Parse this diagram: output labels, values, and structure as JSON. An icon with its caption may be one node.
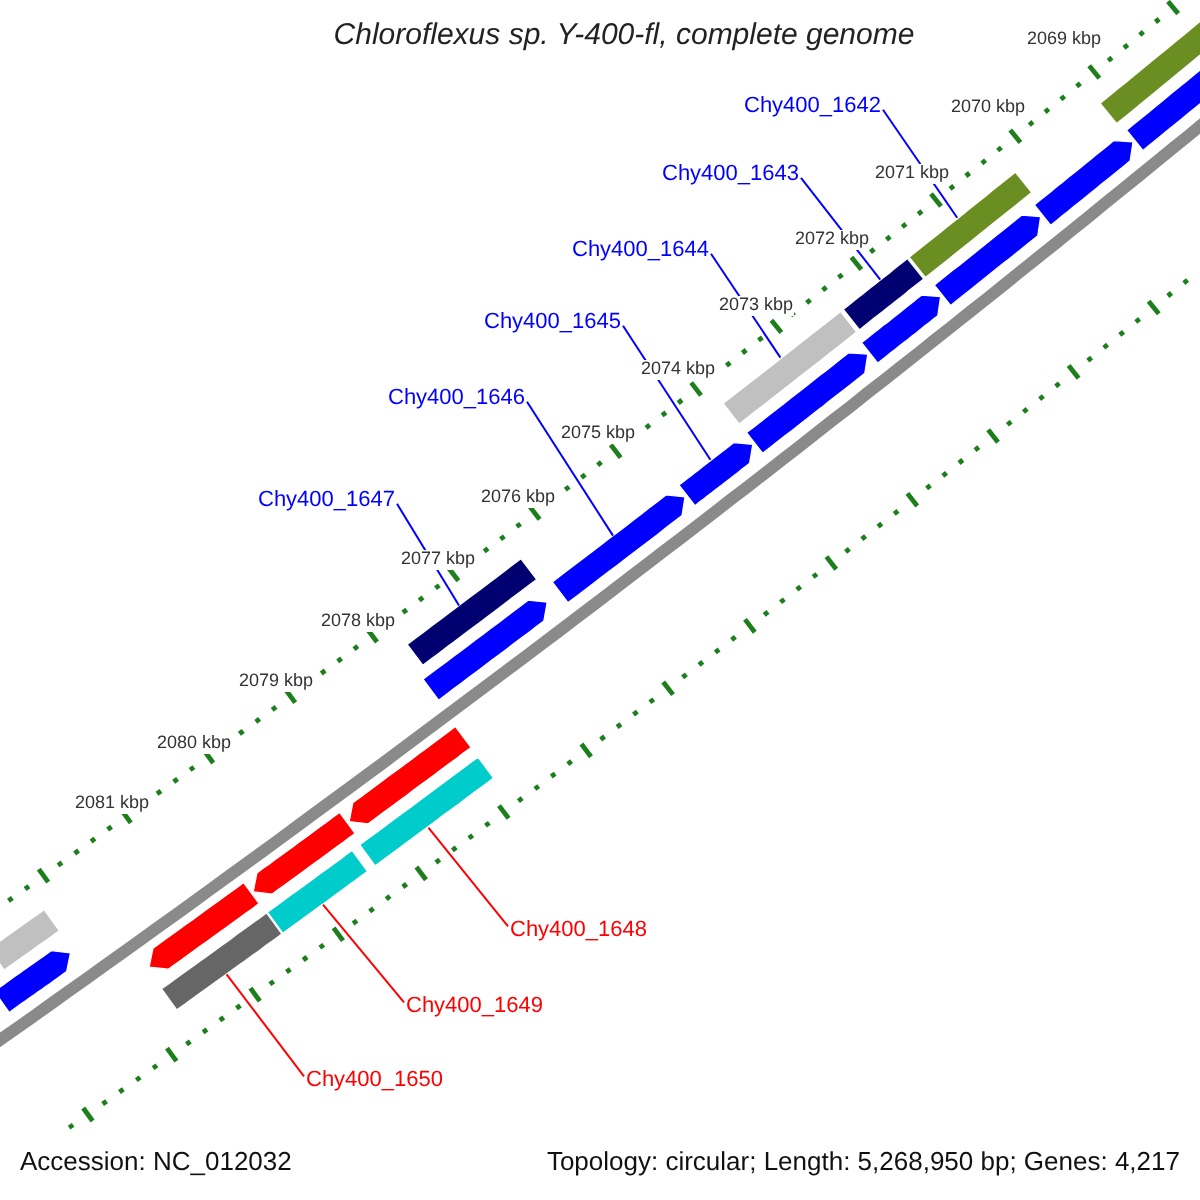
{
  "diagram": {
    "title": "Chloroflexus sp. Y-400-fl, complete genome",
    "nodes": [
      {
        "text": [
          "Chy400_1642"
        ]
      },
      {
        "text": [
          "Chy400_1643"
        ]
      },
      {
        "text": [
          "Chy400_1644"
        ]
      },
      {
        "text": [
          "Chy400_1645"
        ]
      },
      {
        "text": [
          "Chy400_1646"
        ]
      },
      {
        "text": [
          "Chy400_1647"
        ]
      },
      {
        "text": [
          "Chy400_1648"
        ]
      },
      {
        "text": [
          "Chy400_1649"
        ]
      },
      {
        "text": [
          "Chy400_1650"
        ]
      },
      {
        "text": [],
        "shape": "bar"
      },
      {
        "text": [],
        "shape": "arrow"
      },
      {
        "text": [],
        "shape": "arrow"
      },
      {
        "text": [],
        "shape": "bar"
      },
      {
        "text": [],
        "shape": "arrow"
      },
      {
        "text": [],
        "shape": "bar"
      },
      {
        "text": [],
        "shape": "arrow"
      },
      {
        "text": [],
        "shape": "bar"
      },
      {
        "text": [],
        "shape": "bar"
      },
      {
        "text": [],
        "shape": "arrow"
      },
      {
        "text": [],
        "shape": "arrow"
      },
      {
        "text": [],
        "shape": "arrow"
      },
      {
        "text": [],
        "shape": "bar"
      },
      {
        "text": [],
        "shape": "arrow"
      },
      {
        "text": [],
        "shape": "bar"
      },
      {
        "text": [],
        "shape": "arrow"
      },
      {
        "text": [],
        "shape": "bar"
      },
      {
        "text": [],
        "shape": "arrow"
      },
      {
        "text": [],
        "shape": "arrow"
      },
      {
        "text": [],
        "shape": "bar"
      },
      {
        "text": [],
        "shape": "arrow"
      }
    ],
    "edges": [
      {
        "from": 0,
        "to": 25,
        "arrow": "none"
      },
      {
        "from": 1,
        "to": 23,
        "arrow": "none"
      },
      {
        "from": 2,
        "to": 21,
        "arrow": "none"
      },
      {
        "from": 3,
        "to": 20,
        "arrow": "none"
      },
      {
        "from": 4,
        "to": 19,
        "arrow": "none"
      },
      {
        "from": 5,
        "to": 17,
        "arrow": "none"
      },
      {
        "from": 6,
        "to": 16,
        "arrow": "none",
        "color": "#ff0000"
      },
      {
        "from": 7,
        "to": 14,
        "arrow": "none",
        "color": "#ff0000"
      },
      {
        "from": 8,
        "to": 12,
        "arrow": "none",
        "color": "#ff0000"
      }
    ],
    "labels": [
      "2069 kbp",
      "2070 kbp",
      "2071 kbp",
      "2072 kbp",
      "2073 kbp",
      "2074 kbp",
      "2075 kbp",
      "2076 kbp",
      "2077 kbp",
      "2078 kbp",
      "2079 kbp",
      "2080 kbp",
      "2081 kbp",
      "Accession: NC_012032",
      "Topology: circular; Length: 5,268,950 bp; Genes: 4,217"
    ]
  }
}
